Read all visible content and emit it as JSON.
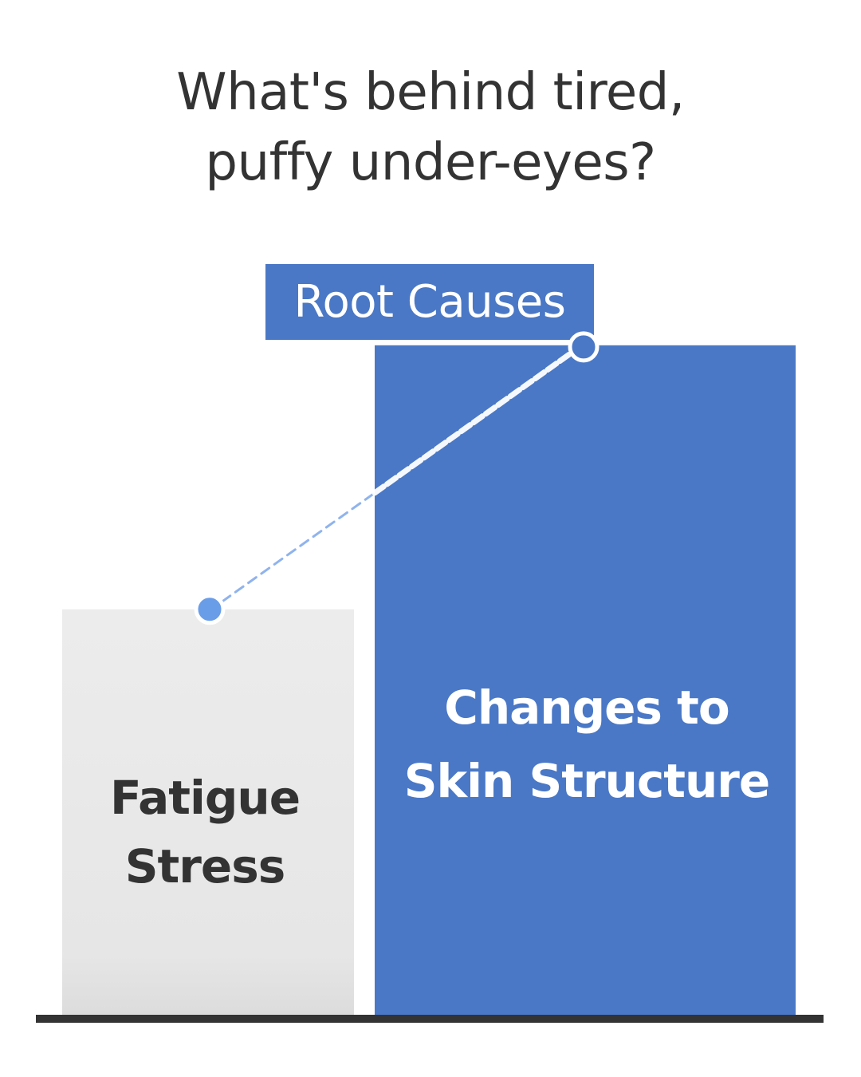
{
  "title": {
    "line1": "What's behind tired,",
    "line2": "puffy under-eyes?"
  },
  "badge": {
    "label": "Root Causes"
  },
  "colors": {
    "primary_blue": "#4a78c6",
    "light_gray_bar": "#e8e8e8",
    "dark_text": "#333333",
    "baseline": "#333333",
    "marker_blue": "#6a9de8",
    "connector": "#8fb3ee"
  },
  "chart_data": {
    "type": "bar",
    "categories": [
      "Fatigue\nStress",
      "Changes to\nSkin Structure"
    ],
    "values": [
      40,
      66
    ],
    "ylim": [
      0,
      100
    ],
    "grid": false,
    "annotations": [
      "dashed connector line between the tops of the two bars"
    ],
    "bars": [
      {
        "lines": [
          "Fatigue",
          "Stress"
        ]
      },
      {
        "lines": [
          "Changes to",
          "Skin Structure"
        ]
      }
    ]
  }
}
